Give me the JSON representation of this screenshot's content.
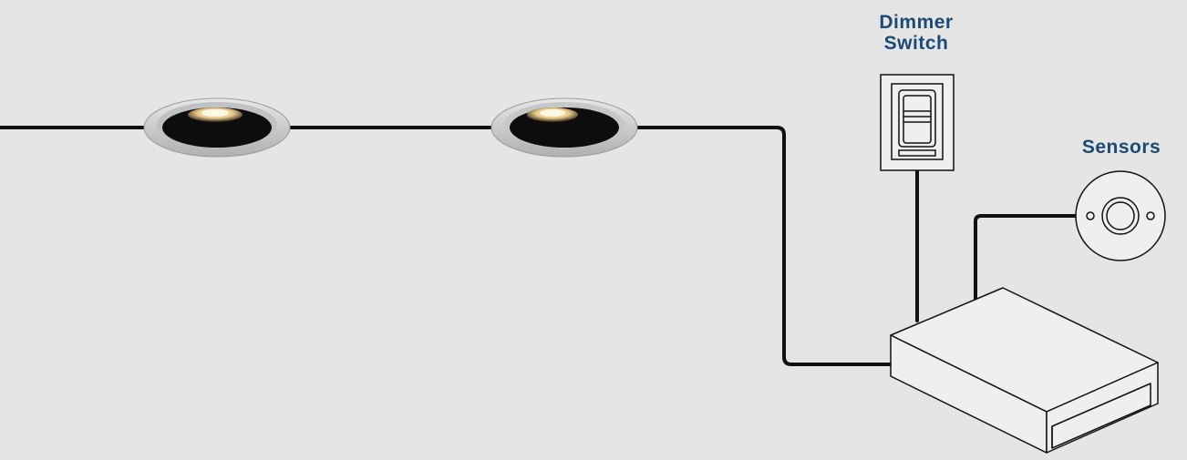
{
  "labels": {
    "dimmer_line1": "Dimmer",
    "dimmer_line2": "Switch",
    "sensors": "Sensors"
  },
  "colors": {
    "background": "#e4e5e4",
    "label_text": "#1c4a74",
    "wire": "#111111",
    "trim": "#c9cacb",
    "light_glow": "#f3ddb0"
  },
  "components": [
    {
      "id": "downlight-1",
      "type": "recessed downlight"
    },
    {
      "id": "downlight-2",
      "type": "recessed downlight"
    },
    {
      "id": "dimmer-switch",
      "type": "wall dimmer switch"
    },
    {
      "id": "occupancy-sensor",
      "type": "ceiling sensor"
    },
    {
      "id": "control-box",
      "type": "controller / driver box"
    }
  ],
  "connections": [
    [
      "downlight-1",
      "downlight-2"
    ],
    [
      "downlight-2",
      "control-box"
    ],
    [
      "dimmer-switch",
      "control-box"
    ],
    [
      "occupancy-sensor",
      "control-box"
    ]
  ]
}
